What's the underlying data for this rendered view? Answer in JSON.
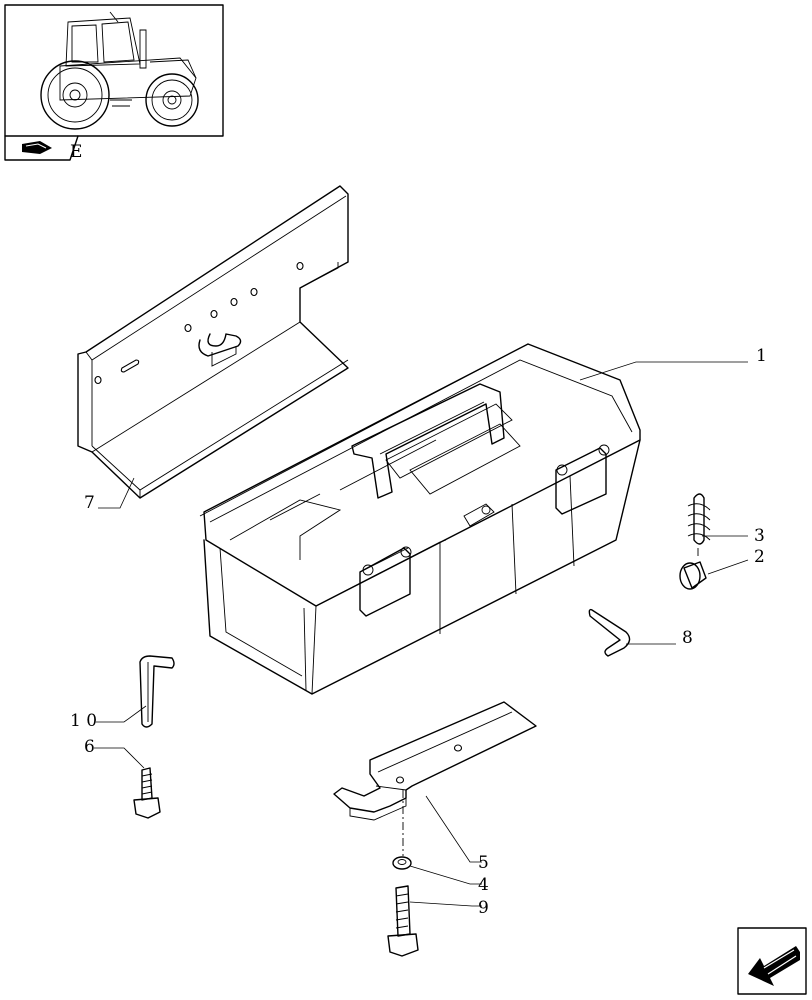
{
  "diagram": {
    "inset_label": "E",
    "callouts": [
      {
        "id": "c1",
        "text": "1"
      },
      {
        "id": "c2",
        "text": "2"
      },
      {
        "id": "c3",
        "text": "3"
      },
      {
        "id": "c4",
        "text": "4"
      },
      {
        "id": "c5",
        "text": "5"
      },
      {
        "id": "c6",
        "text": "6"
      },
      {
        "id": "c7",
        "text": "7"
      },
      {
        "id": "c8",
        "text": "8"
      },
      {
        "id": "c9",
        "text": "9"
      },
      {
        "id": "c10",
        "text": "1 0"
      }
    ],
    "icons": [
      "tractor-thumbnail-icon",
      "book-icon",
      "nav-arrow-icon"
    ]
  }
}
